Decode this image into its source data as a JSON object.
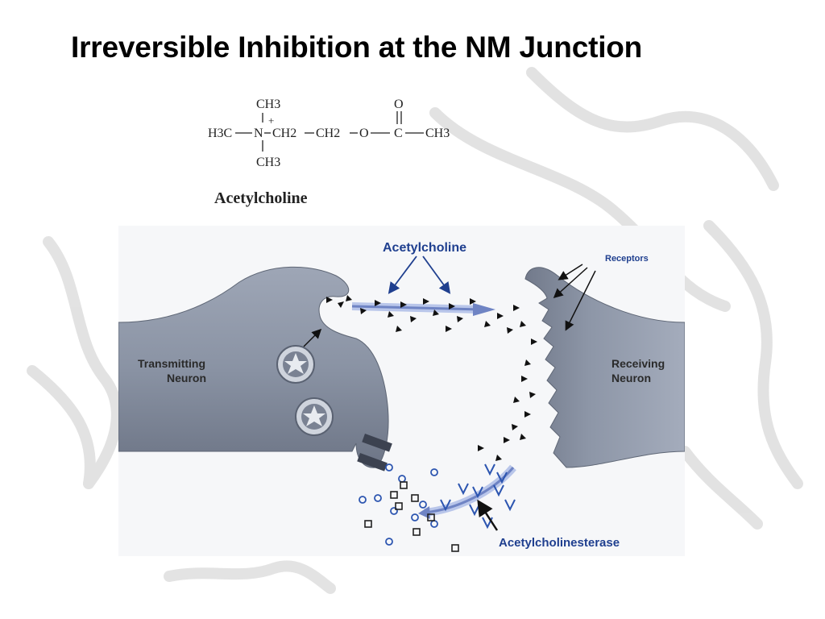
{
  "slide": {
    "title": "Irreversible Inhibition at the NM Junction"
  },
  "formula": {
    "top_group": "CH3",
    "charge": "+",
    "left_group": "H3C",
    "nitrogen": "N",
    "chain_1": "CH2",
    "chain_2": "CH2",
    "ester_oxygen": "O",
    "carbonyl_oxygen": "O",
    "carbonyl_carbon": "C",
    "right_group": "CH3",
    "bottom_group": "CH3",
    "name": "Acetylcholine"
  },
  "diagram": {
    "labels": {
      "acetylcholine": "Acetylcholine",
      "receptors": "Receptors",
      "transmitting_line1": "Transmitting",
      "transmitting_line2": "Neuron",
      "receiving_line1": "Receiving",
      "receiving_line2": "Neuron",
      "acetylcholinesterase": "Acetylcholinesterase"
    },
    "colors": {
      "label_blue": "#1f3f8f",
      "label_dark": "#2a2a2a",
      "neuron_gray": "#8c95a6",
      "arrow_blue": "#6f84c4"
    }
  }
}
